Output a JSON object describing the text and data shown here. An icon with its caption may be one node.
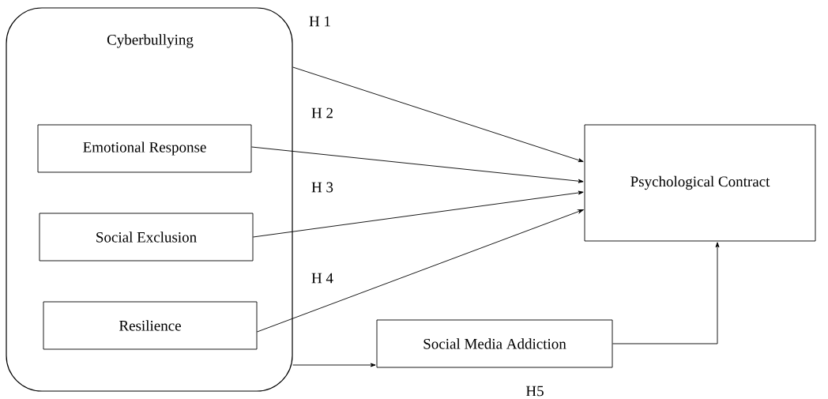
{
  "diagram": {
    "nodes": [
      {
        "text": [
          "Cyberbullying"
        ]
      },
      {
        "text": [
          "Emotional Response"
        ],
        "in": 0
      },
      {
        "text": [
          "Social Exclusion"
        ],
        "in": 0
      },
      {
        "text": [
          "Resilience"
        ],
        "in": 0
      },
      {
        "text": [
          "Psychological Contract"
        ]
      },
      {
        "text": [
          "Social Media Addiction"
        ]
      }
    ],
    "edges": [
      {
        "from": 0,
        "to": 4,
        "arrow": "to",
        "label": "H 1"
      },
      {
        "from": 1,
        "to": 4,
        "arrow": "to",
        "label": "H 2"
      },
      {
        "from": 2,
        "to": 4,
        "arrow": "to",
        "label": "H 3"
      },
      {
        "from": 3,
        "to": 4,
        "arrow": "to",
        "label": "H 4"
      },
      {
        "from": 0,
        "to": 5,
        "arrow": "to"
      },
      {
        "from": 5,
        "to": 4,
        "arrow": "to"
      }
    ],
    "labels": [
      "H5"
    ]
  }
}
